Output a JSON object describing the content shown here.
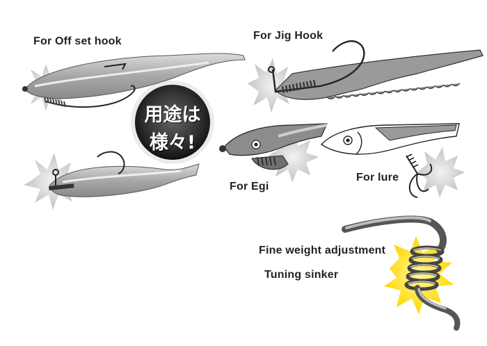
{
  "labels": {
    "offset_hook": "For Off set hook",
    "jig_hook": "For Jig Hook",
    "egi": "For Egi",
    "lure": "For lure",
    "fine_weight": "Fine weight adjustment",
    "tuning_sinker": "Tuning sinker"
  },
  "badge": {
    "line1": "用途は",
    "line2": "様々!"
  },
  "colors": {
    "bait": "#b5b5b5",
    "bait_dark": "#7a7a7a",
    "outline": "#222222",
    "badge": "#3a3a3a",
    "highlight": "#ffe200",
    "spark": "#d9d9d9"
  }
}
